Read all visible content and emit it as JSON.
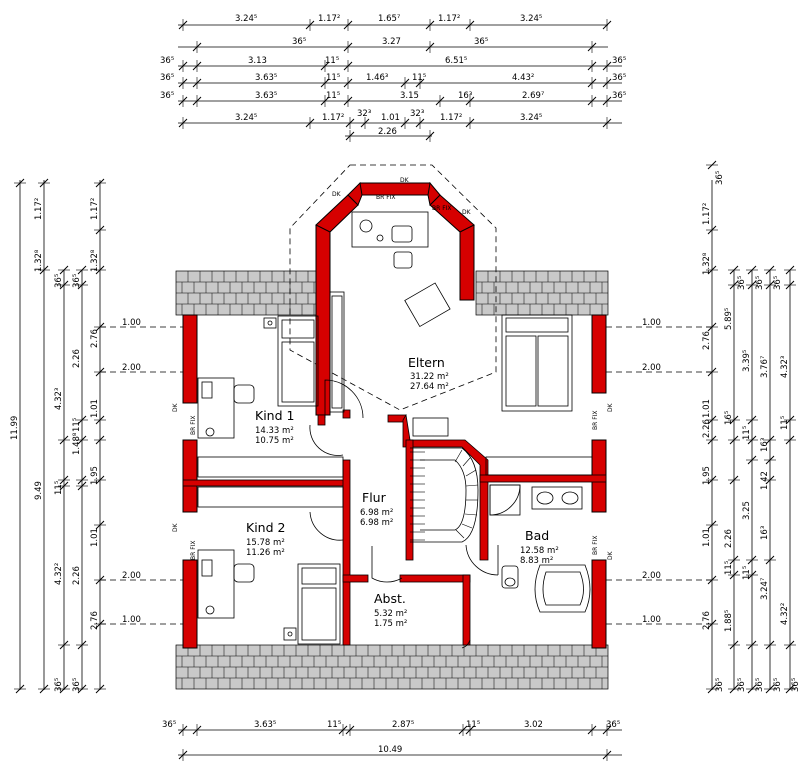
{
  "rooms": [
    {
      "name": "Eltern",
      "area1": "31.22 m²",
      "area2": "27.64 m²"
    },
    {
      "name": "Kind 1",
      "area1": "14.33 m²",
      "area2": "10.75 m²"
    },
    {
      "name": "Kind 2",
      "area1": "15.78 m²",
      "area2": "11.26 m²"
    },
    {
      "name": "Flur",
      "area1": "6.98 m²",
      "area2": "6.98 m²"
    },
    {
      "name": "Bad",
      "area1": "12.58 m²",
      "area2": "8.83 m²"
    },
    {
      "name": "Abst.",
      "area1": "5.32 m²",
      "area2": "1.75 m²"
    }
  ],
  "top_dims": {
    "row1": [
      "3.24⁵",
      "1.17²",
      "1.65⁷",
      "1.17²",
      "3.24⁵"
    ],
    "row2": [
      "36⁵",
      "3.27",
      "36⁵"
    ],
    "row3": [
      "36⁵",
      "3.13",
      "11⁵",
      "6.51⁵",
      "36⁵"
    ],
    "row4": [
      "36⁵",
      "3.63⁵",
      "11⁵",
      "1.46³",
      "11⁵",
      "4.43²",
      "36⁵"
    ],
    "row5": [
      "36⁵",
      "3.63⁵",
      "11⁵",
      "3.15",
      "16³",
      "2.69⁷",
      "36⁵"
    ],
    "row6": [
      "3.24⁵",
      "1.17²",
      "32³",
      "1.01",
      "32³",
      "1.17²",
      "3.24⁵"
    ],
    "row7": [
      "2.26"
    ]
  },
  "bottom_dims": {
    "row1": [
      "36⁵",
      "3.63⁵",
      "11⁵",
      "2.87⁵",
      "11⁵",
      "3.02",
      "36⁵"
    ],
    "row2": [
      "10.49"
    ]
  },
  "left_dims": {
    "col_outer": [
      "11.99"
    ],
    "col_mid": [
      "9.49"
    ],
    "col3": [
      "1.17²",
      "1.32⁸",
      "4.32³",
      "1.48⁸",
      "4.32²"
    ],
    "col4": [
      "1.17²",
      "1.32⁸",
      "2.76",
      "1.01",
      "2.26",
      "1.95",
      "1.01",
      "2.26",
      "2.76"
    ],
    "small": [
      "36⁵",
      "36⁵",
      "11⁵",
      "11⁵",
      "36⁵",
      "36⁵"
    ]
  },
  "right_dims": {
    "col_inner": [
      "1.17²",
      "1.32⁸",
      "2.76",
      "1.01",
      "2.26",
      "1.95",
      "1.01",
      "2.26",
      "2.76"
    ],
    "col2": [
      "5.89⁵",
      "16⁵",
      "11⁵",
      "3.25",
      "11⁵",
      "1.88⁵"
    ],
    "col3": [
      "3.39⁵",
      "1.42",
      "3.24⁷"
    ],
    "col4": [
      "3.76⁷",
      "16³",
      "11⁵",
      "16³"
    ],
    "col5": [
      "4.32³",
      "11⁵",
      "4.32²"
    ],
    "top": [
      "36⁵",
      "36⁵",
      "36⁵",
      "36⁵"
    ],
    "bottom": [
      "36⁵",
      "36⁵",
      "36⁵",
      "36⁵",
      "36⁵"
    ]
  },
  "levels_left": [
    "1.00",
    "2.00",
    "2.00",
    "1.00"
  ],
  "levels_right": [
    "1.00",
    "2.00",
    "2.00",
    "1.00"
  ],
  "window_labels": [
    "DK",
    "DK",
    "DK",
    "DK",
    "DK",
    "DK",
    "DK",
    "BR FIX",
    "BR FIX",
    "BR FIX",
    "BR FIX",
    "BR FIX",
    "BR FIX"
  ]
}
